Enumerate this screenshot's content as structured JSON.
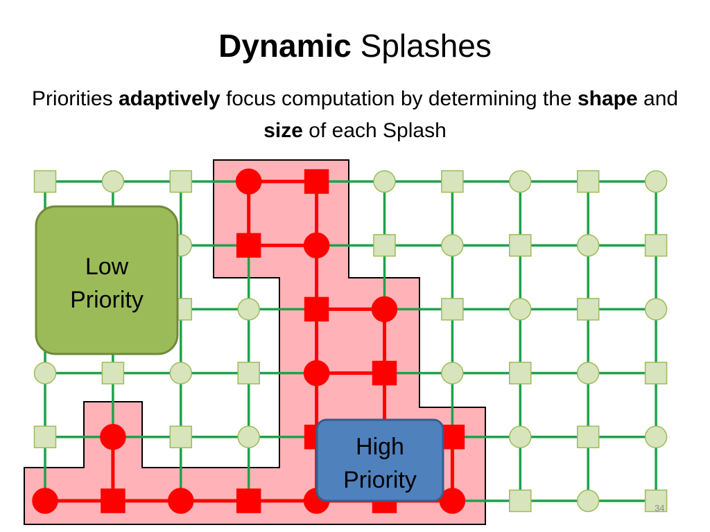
{
  "slide": {
    "title_bold": "Dynamic",
    "title_rest": " Splashes",
    "subtitle": {
      "p1": "Priorities ",
      "b1": "adaptively",
      "p2": " focus computation by determining the ",
      "b2": "shape",
      "p3": " and ",
      "b3": "size",
      "p4": " of each Splash"
    },
    "low_priority_label": [
      "Low",
      "Priority"
    ],
    "high_priority_label": [
      "High",
      "Priority"
    ],
    "slide_number": "34"
  },
  "colors": {
    "grid_edge": "#1fa14a",
    "grid_node_fill": "#d8e4bc",
    "grid_node_stroke": "#9bbb59",
    "active_edge": "#ff0000",
    "active_node": "#ff0000",
    "splash_region_fill": "#ffb3b8",
    "splash_region_stroke": "#000000",
    "low_box_fill": "#9bbb59",
    "low_box_stroke": "#6f8a3a",
    "high_box_fill": "#4f81bd",
    "high_box_stroke": "#385d8a"
  },
  "grid": {
    "columns": 10,
    "rows": 6,
    "node_shapes": [
      [
        "square",
        "circle",
        "square",
        "circle",
        "square",
        "circle",
        "square",
        "circle",
        "square",
        "circle"
      ],
      [
        "circle",
        "square",
        "circle",
        "square",
        "circle",
        "square",
        "circle",
        "square",
        "circle",
        "square"
      ],
      [
        "square",
        "circle",
        "square",
        "circle",
        "square",
        "circle",
        "square",
        "circle",
        "square",
        "circle"
      ],
      [
        "circle",
        "square",
        "circle",
        "square",
        "circle",
        "square",
        "circle",
        "square",
        "circle",
        "square"
      ],
      [
        "square",
        "circle",
        "square",
        "circle",
        "square",
        "circle",
        "square",
        "circle",
        "square",
        "circle"
      ],
      [
        "circle",
        "square",
        "circle",
        "square",
        "circle",
        "square",
        "circle",
        "square",
        "circle",
        "square"
      ]
    ],
    "active_nodes": [
      [
        0,
        3
      ],
      [
        0,
        4
      ],
      [
        1,
        3
      ],
      [
        1,
        4
      ],
      [
        2,
        4
      ],
      [
        2,
        5
      ],
      [
        3,
        4
      ],
      [
        3,
        5
      ],
      [
        4,
        1
      ],
      [
        4,
        4
      ],
      [
        4,
        5
      ],
      [
        4,
        6
      ],
      [
        5,
        0
      ],
      [
        5,
        1
      ],
      [
        5,
        2
      ],
      [
        5,
        3
      ],
      [
        5,
        4
      ],
      [
        5,
        5
      ],
      [
        5,
        6
      ]
    ],
    "hidden_nodes": [
      [
        1,
        0
      ],
      [
        2,
        0
      ],
      [
        2,
        1
      ],
      [
        4,
        5
      ]
    ]
  }
}
